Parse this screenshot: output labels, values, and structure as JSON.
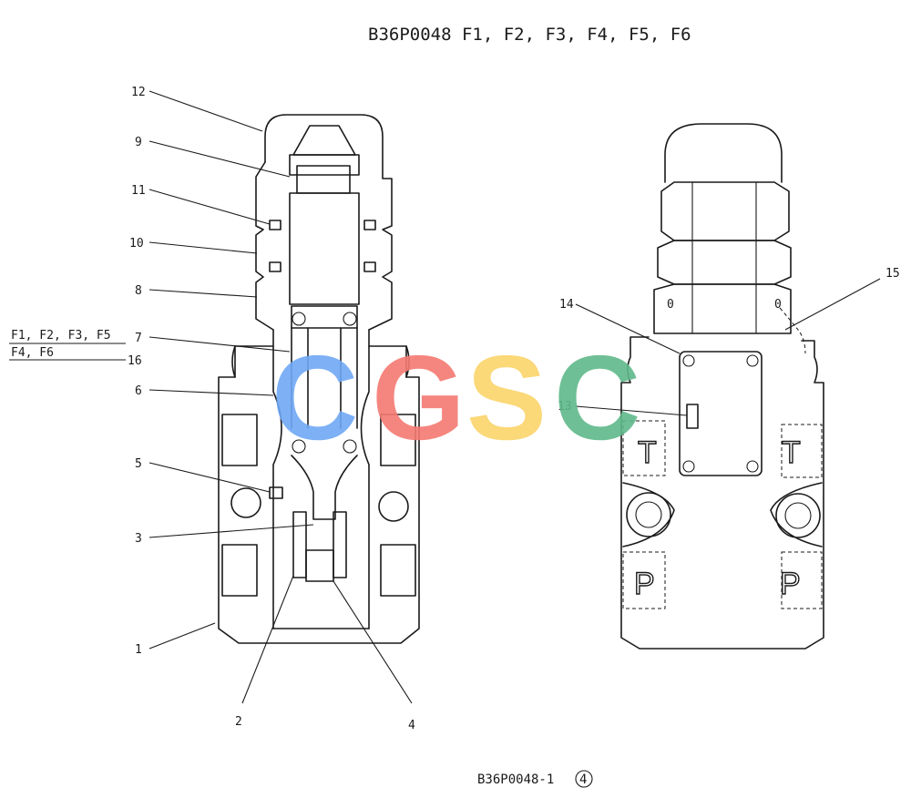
{
  "title": "B36P0048 F1, F2, F3, F4, F5, F6",
  "drawing_code": "B36P0048-1",
  "revision": "4",
  "variant_notes": {
    "line1": "F1, F2, F3, F5",
    "line2": "F4, F6"
  },
  "callouts": {
    "c1": "1",
    "c2": "2",
    "c3": "3",
    "c4": "4",
    "c5": "5",
    "c6": "6",
    "c7": "7",
    "c8": "8",
    "c9": "9",
    "c10": "10",
    "c11": "11",
    "c12": "12",
    "c13": "13",
    "c14": "14",
    "c15": "15",
    "c16": "16"
  },
  "port_marks": {
    "tank": "T",
    "pressure": "P",
    "zero": "0"
  },
  "watermark": {
    "letters": [
      "C",
      "G",
      "S",
      "C"
    ],
    "colors": [
      "#6fa8f5",
      "#f47a72",
      "#fbd46a",
      "#5fb98a"
    ]
  }
}
